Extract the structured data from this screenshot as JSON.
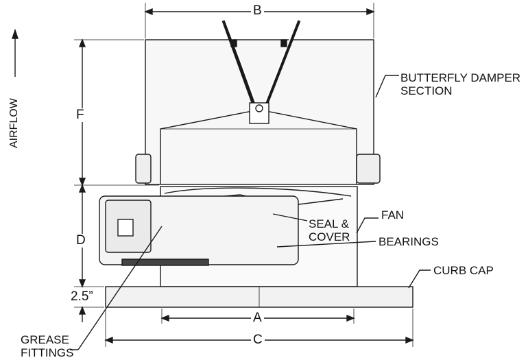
{
  "airflow": "AIRFLOW",
  "dimensions": {
    "A": "A",
    "B": "B",
    "C": "C",
    "D": "D",
    "F": "F",
    "curb_height": "2.5”"
  },
  "callouts": {
    "damper_line1": "BUTTERFLY DAMPER",
    "damper_line2": "SECTION",
    "fan": "FAN",
    "seal_line1": "SEAL &",
    "seal_line2": "COVER",
    "bearings": "BEARINGS",
    "curb_cap": "CURB CAP",
    "grease_line1": "GREASE",
    "grease_line2": "FITTINGS"
  }
}
